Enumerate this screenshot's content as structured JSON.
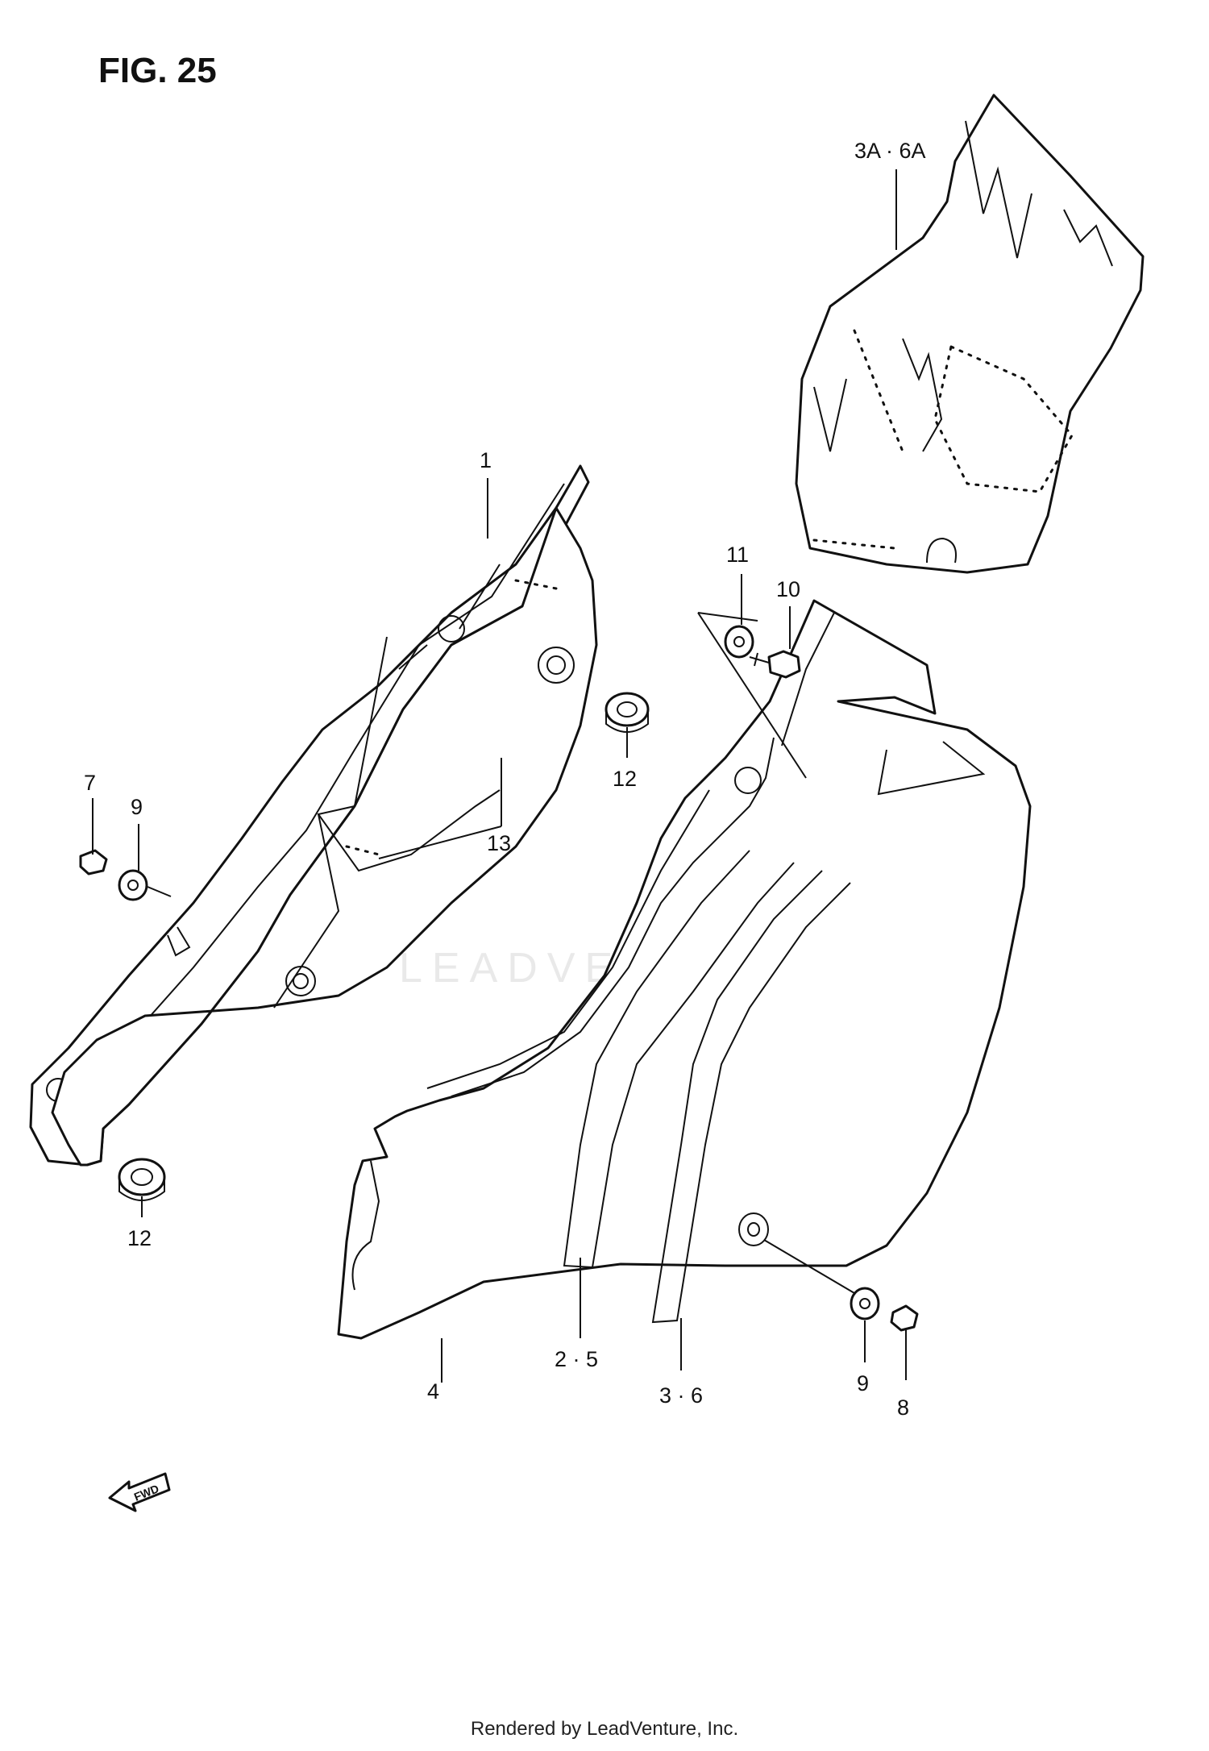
{
  "figure": {
    "title": "FIG. 25"
  },
  "watermark": {
    "text": "LEADVENTURE"
  },
  "front_arrow": {
    "label": "FWD"
  },
  "footer": {
    "text": "Rendered by LeadVenture, Inc."
  },
  "callouts": {
    "c1": "1",
    "c2_5": "2 · 5",
    "c3_6": "3 · 6",
    "c3a_6a": "3A · 6A",
    "c4": "4",
    "c7": "7",
    "c8": "8",
    "c9_left": "9",
    "c9_right": "9",
    "c10": "10",
    "c11": "11",
    "c12_upper": "12",
    "c12_lower": "12",
    "c13": "13"
  }
}
